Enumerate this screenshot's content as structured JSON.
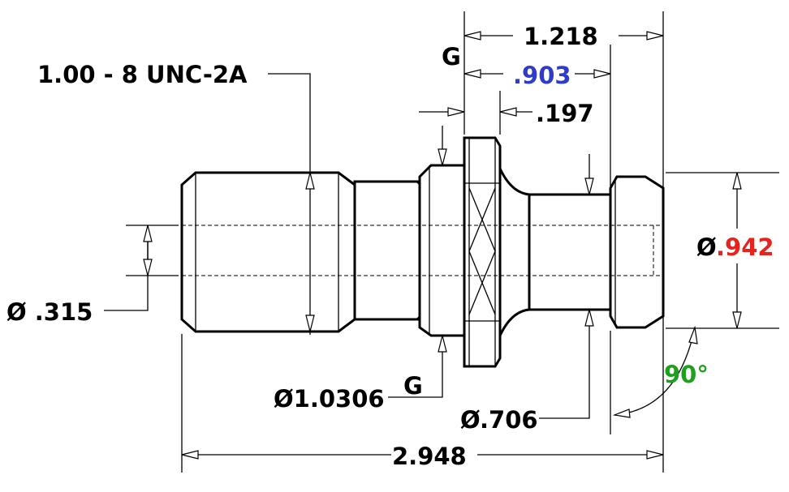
{
  "colors": {
    "line": "#000000",
    "highlight_blue": "#2e3cc8",
    "highlight_red": "#e8231e",
    "highlight_green": "#1ea01e"
  },
  "labels": {
    "thread": "1.00 - 8 UNC-2A",
    "overall_length": "2.948",
    "length_1218": "1.218",
    "length_903": ".903",
    "length_197": ".197",
    "gage_top": "G",
    "gage_bottom": "G",
    "dia_315": "Ø .315",
    "dia_10306": "Ø1.0306",
    "dia_706": "Ø.706",
    "dia_942_prefix": "Ø",
    "dia_942_value": ".942",
    "angle_90": "90°"
  }
}
